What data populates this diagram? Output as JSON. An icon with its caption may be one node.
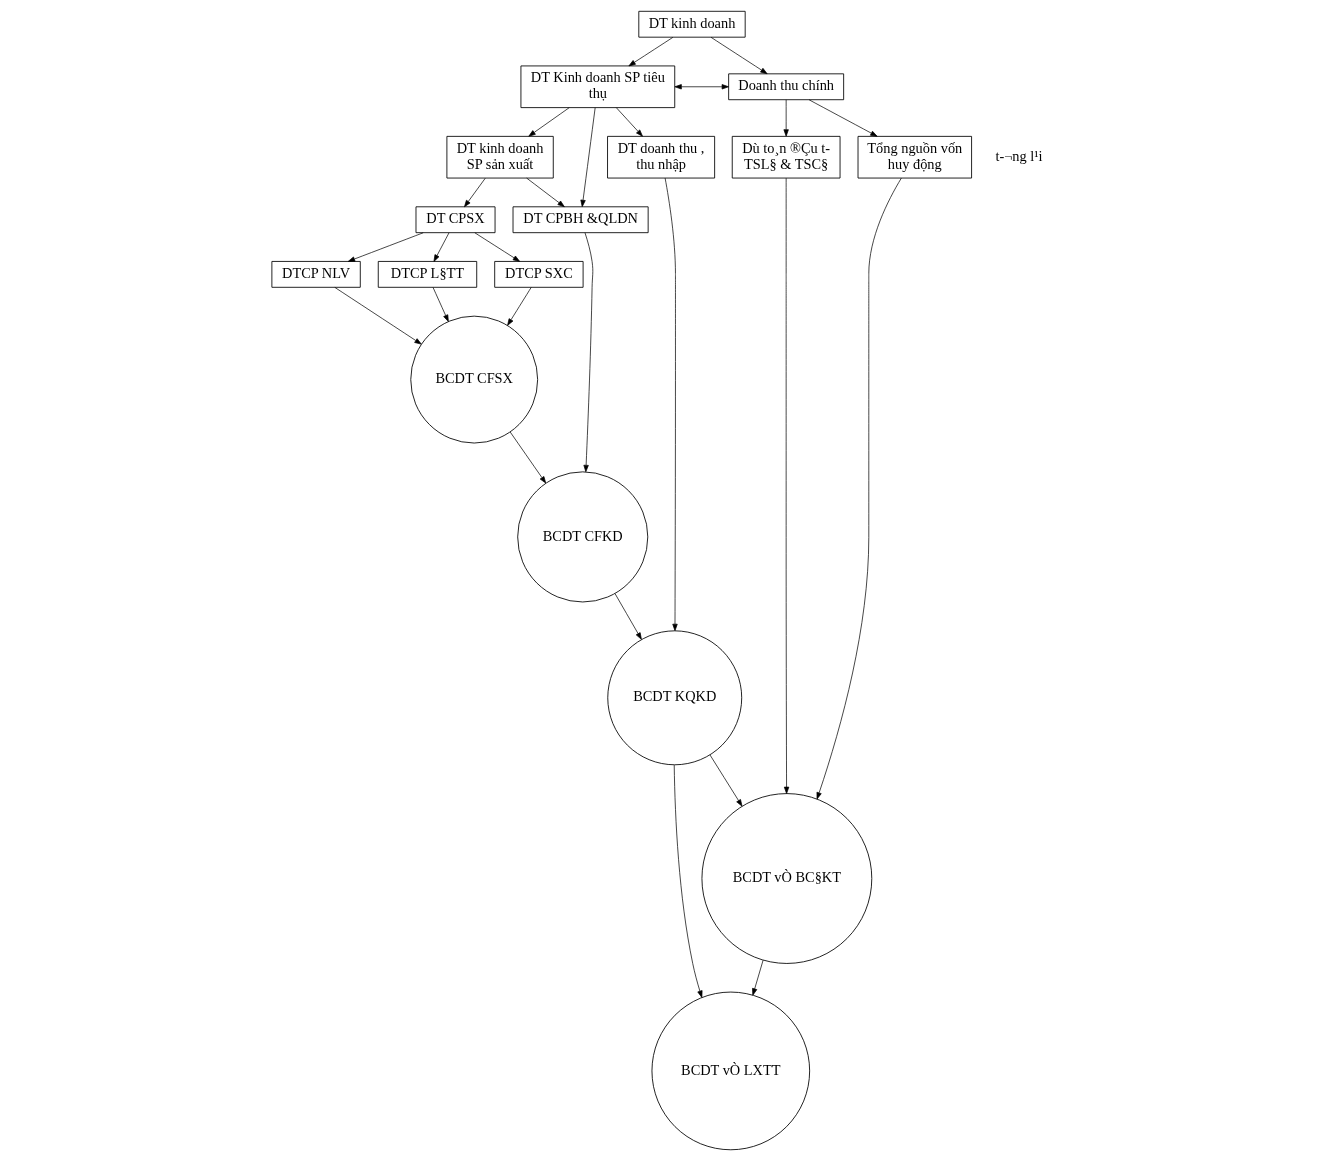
{
  "diagram": {
    "nodes": [
      {
        "text": [
          "DT kinh doanh"
        ]
      },
      {
        "text": [
          "DT Kinh doanh SP tiêu thụ"
        ]
      },
      {
        "text": [
          "Doanh thu chính"
        ]
      },
      {
        "text": [
          "DT kinh doanh SP sản xuất"
        ]
      },
      {
        "text": [
          "DT doanh thu , thu nhập"
        ]
      },
      {
        "text": [
          "Dù to¸n ®Çu t- TSL§ & TSC§"
        ]
      },
      {
        "text": [
          "Tổng nguồn vốn huy động"
        ]
      },
      {
        "text": [
          "DT CPSX"
        ]
      },
      {
        "text": [
          "DT CPBH &QLDN"
        ]
      },
      {
        "text": [
          "DTCP NLV"
        ]
      },
      {
        "text": [
          "DTCP L§TT"
        ]
      },
      {
        "text": [
          "DTCP SXC"
        ]
      },
      {
        "text": [
          "BCDT CFSX"
        ]
      },
      {
        "text": [
          "BCDT CFKD"
        ]
      },
      {
        "text": [
          "BCDT KQKD"
        ]
      },
      {
        "text": [
          "BCDT vÒ LXTT"
        ]
      },
      {
        "text": [
          "BCDT vÒ BC§KT"
        ]
      }
    ],
    "edges": [
      {
        "from": 0,
        "to": 1,
        "arrow": "to"
      },
      {
        "from": 0,
        "to": 2,
        "arrow": "to"
      },
      {
        "from": 1,
        "to": 2,
        "arrow": "both"
      },
      {
        "from": 1,
        "to": 3,
        "arrow": "to"
      },
      {
        "from": 1,
        "to": 8,
        "arrow": "to"
      },
      {
        "from": 1,
        "to": 4,
        "arrow": "to"
      },
      {
        "from": 2,
        "to": 5,
        "arrow": "to"
      },
      {
        "from": 2,
        "to": 6,
        "arrow": "to"
      },
      {
        "from": 3,
        "to": 7,
        "arrow": "to"
      },
      {
        "from": 3,
        "to": 8,
        "arrow": "to"
      },
      {
        "from": 7,
        "to": 9,
        "arrow": "to"
      },
      {
        "from": 7,
        "to": 10,
        "arrow": "to"
      },
      {
        "from": 7,
        "to": 11,
        "arrow": "to"
      },
      {
        "from": 9,
        "to": 12,
        "arrow": "to"
      },
      {
        "from": 10,
        "to": 12,
        "arrow": "to"
      },
      {
        "from": 11,
        "to": 12,
        "arrow": "to"
      },
      {
        "from": 8,
        "to": 13,
        "arrow": "to"
      },
      {
        "from": 12,
        "to": 13,
        "arrow": "to"
      },
      {
        "from": 13,
        "to": 14,
        "arrow": "to"
      },
      {
        "from": 4,
        "to": 14,
        "arrow": "to"
      },
      {
        "from": 14,
        "to": 15,
        "arrow": "to"
      },
      {
        "from": 14,
        "to": 16,
        "arrow": "to"
      },
      {
        "from": 16,
        "to": 15,
        "arrow": "to"
      },
      {
        "from": 5,
        "to": 16,
        "arrow": "to"
      },
      {
        "from": 6,
        "to": 16,
        "arrow": "to"
      }
    ],
    "labels": [
      "t-¬ng l¹i"
    ]
  }
}
